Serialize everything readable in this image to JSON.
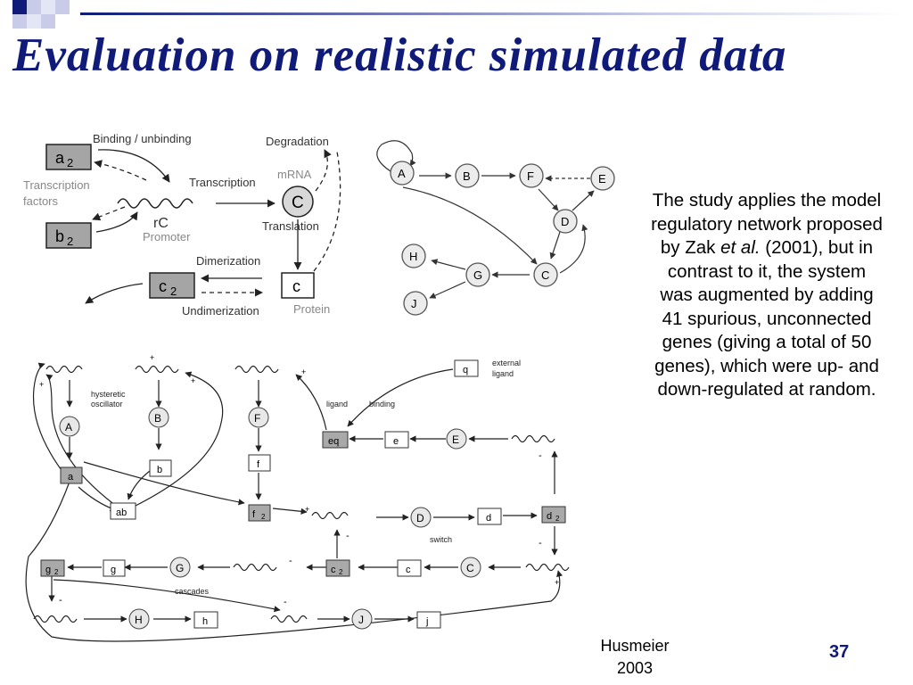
{
  "slide": {
    "title": "Evaluation on realistic simulated data",
    "body": {
      "part1": "The study applies the model regulatory network proposed by Zak ",
      "italic": "et al.",
      "part2": " (2001), but in contrast to it, the system was augmented by adding 41 spurious, unconnected genes (giving a total of 50 genes), which were up- and down-regulated at random."
    },
    "footer_author": "Husmeier 2003",
    "page_number": "37",
    "accent_color": "#101a78"
  },
  "mechanism_diagram": {
    "binding": "Binding / unbinding",
    "degradation": "Degradation",
    "mrna": "mRNA",
    "transcription": "Transcription",
    "transcription_factors_1": "Transcription",
    "transcription_factors_2": "factors",
    "gene_rc": "rC",
    "promoter": "Promoter",
    "translation": "Translation",
    "dimerization": "Dimerization",
    "undimerization": "Undimerization",
    "protein": "Protein",
    "box_a": "a",
    "box_b": "b",
    "box_c2": "c",
    "box_c": "c",
    "circle_c": "C",
    "sub2": "2"
  },
  "network_graph": {
    "nodes": [
      "A",
      "B",
      "F",
      "E",
      "D",
      "C",
      "G",
      "H",
      "J"
    ]
  },
  "detailed_network": {
    "hysteretic": "hysteretic",
    "oscillator": "oscillator",
    "ligand": "ligand",
    "binding": "binding",
    "external": "external",
    "ligand2": "ligand",
    "switch": "switch",
    "cascades": "cascades",
    "node_A": "A",
    "node_B": "B",
    "node_F": "F",
    "node_E": "E",
    "node_D": "D",
    "node_C": "C",
    "node_G": "G",
    "node_H": "H",
    "node_J": "J",
    "box_a": "a",
    "box_b": "b",
    "box_ab": "ab",
    "box_f": "f",
    "box_f2": "f",
    "box_eq": "eq",
    "box_e": "e",
    "box_q": "q",
    "box_d": "d",
    "box_d2": "d",
    "box_c": "c",
    "box_c2": "c",
    "box_g": "g",
    "box_g2": "g",
    "box_h": "h",
    "box_j": "j",
    "sub2": "2",
    "plus": "+",
    "minus": "-"
  }
}
